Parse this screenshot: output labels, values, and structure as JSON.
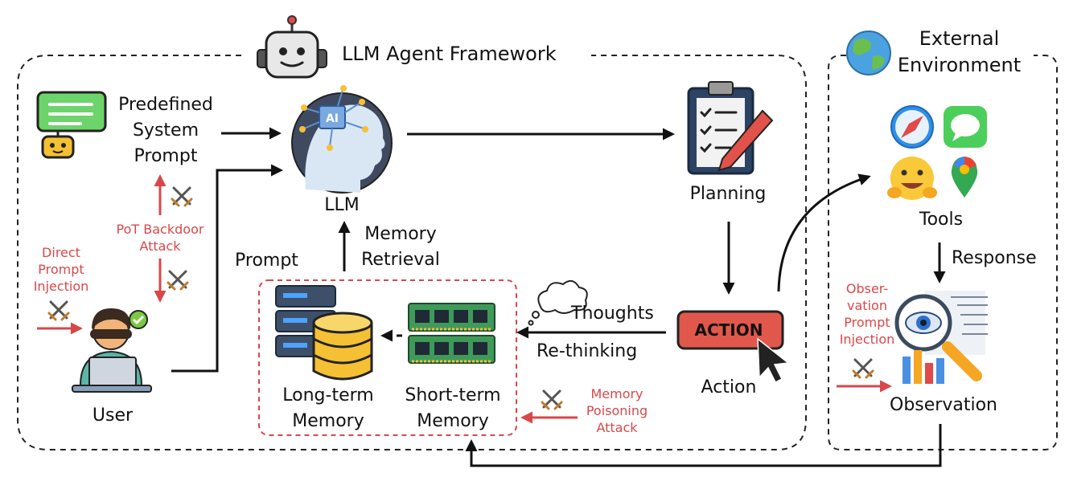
{
  "framework": {
    "title": "LLM Agent Framework"
  },
  "environment": {
    "title_line1": "External",
    "title_line2": "Environment"
  },
  "system_prompt": {
    "line1": "Predefined",
    "line2": "System",
    "line3": "Prompt"
  },
  "llm": {
    "label": "LLM",
    "chip_text": "AI"
  },
  "planning": {
    "label": "Planning"
  },
  "action": {
    "label": "Action",
    "button_text": "ACTION"
  },
  "tools": {
    "label": "Tools"
  },
  "response": {
    "label": "Response"
  },
  "observation": {
    "label": "Observation"
  },
  "user": {
    "label": "User"
  },
  "prompt": {
    "label": "Prompt"
  },
  "memory_retrieval": {
    "line1": "Memory",
    "line2": "Retrieval"
  },
  "thoughts": {
    "label": "Thoughts"
  },
  "rethinking": {
    "label": "Re-thinking"
  },
  "long_term": {
    "line1": "Long-term",
    "line2": "Memory"
  },
  "short_term": {
    "line1": "Short-term",
    "line2": "Memory"
  },
  "attacks": {
    "pot_backdoor": {
      "line1": "PoT Backdoor",
      "line2": "Attack"
    },
    "direct_injection": {
      "line1": "Direct",
      "line2": "Prompt",
      "line3": "Injection"
    },
    "observation_injection": {
      "line1": "Obser-",
      "line2": "vation",
      "line3": "Prompt",
      "line4": "Injection"
    },
    "memory_poisoning": {
      "line1": "Memory",
      "line2": "Poisoning",
      "line3": "Attack"
    }
  },
  "colors": {
    "attack_red": "#d9474a",
    "arrow": "#111111",
    "dashed_border": "#222222"
  },
  "icons": [
    "robot-icon",
    "globe-icon",
    "chat-bot-icon",
    "brain-ai-icon",
    "clipboard-icon",
    "compass-icon",
    "messages-icon",
    "hugging-face-icon",
    "maps-pin-icon",
    "magnifier-eye-icon",
    "user-laptop-icon",
    "database-icon",
    "server-icon",
    "ram-icon",
    "cloud-icon",
    "cursor-icon",
    "sword-icon"
  ]
}
